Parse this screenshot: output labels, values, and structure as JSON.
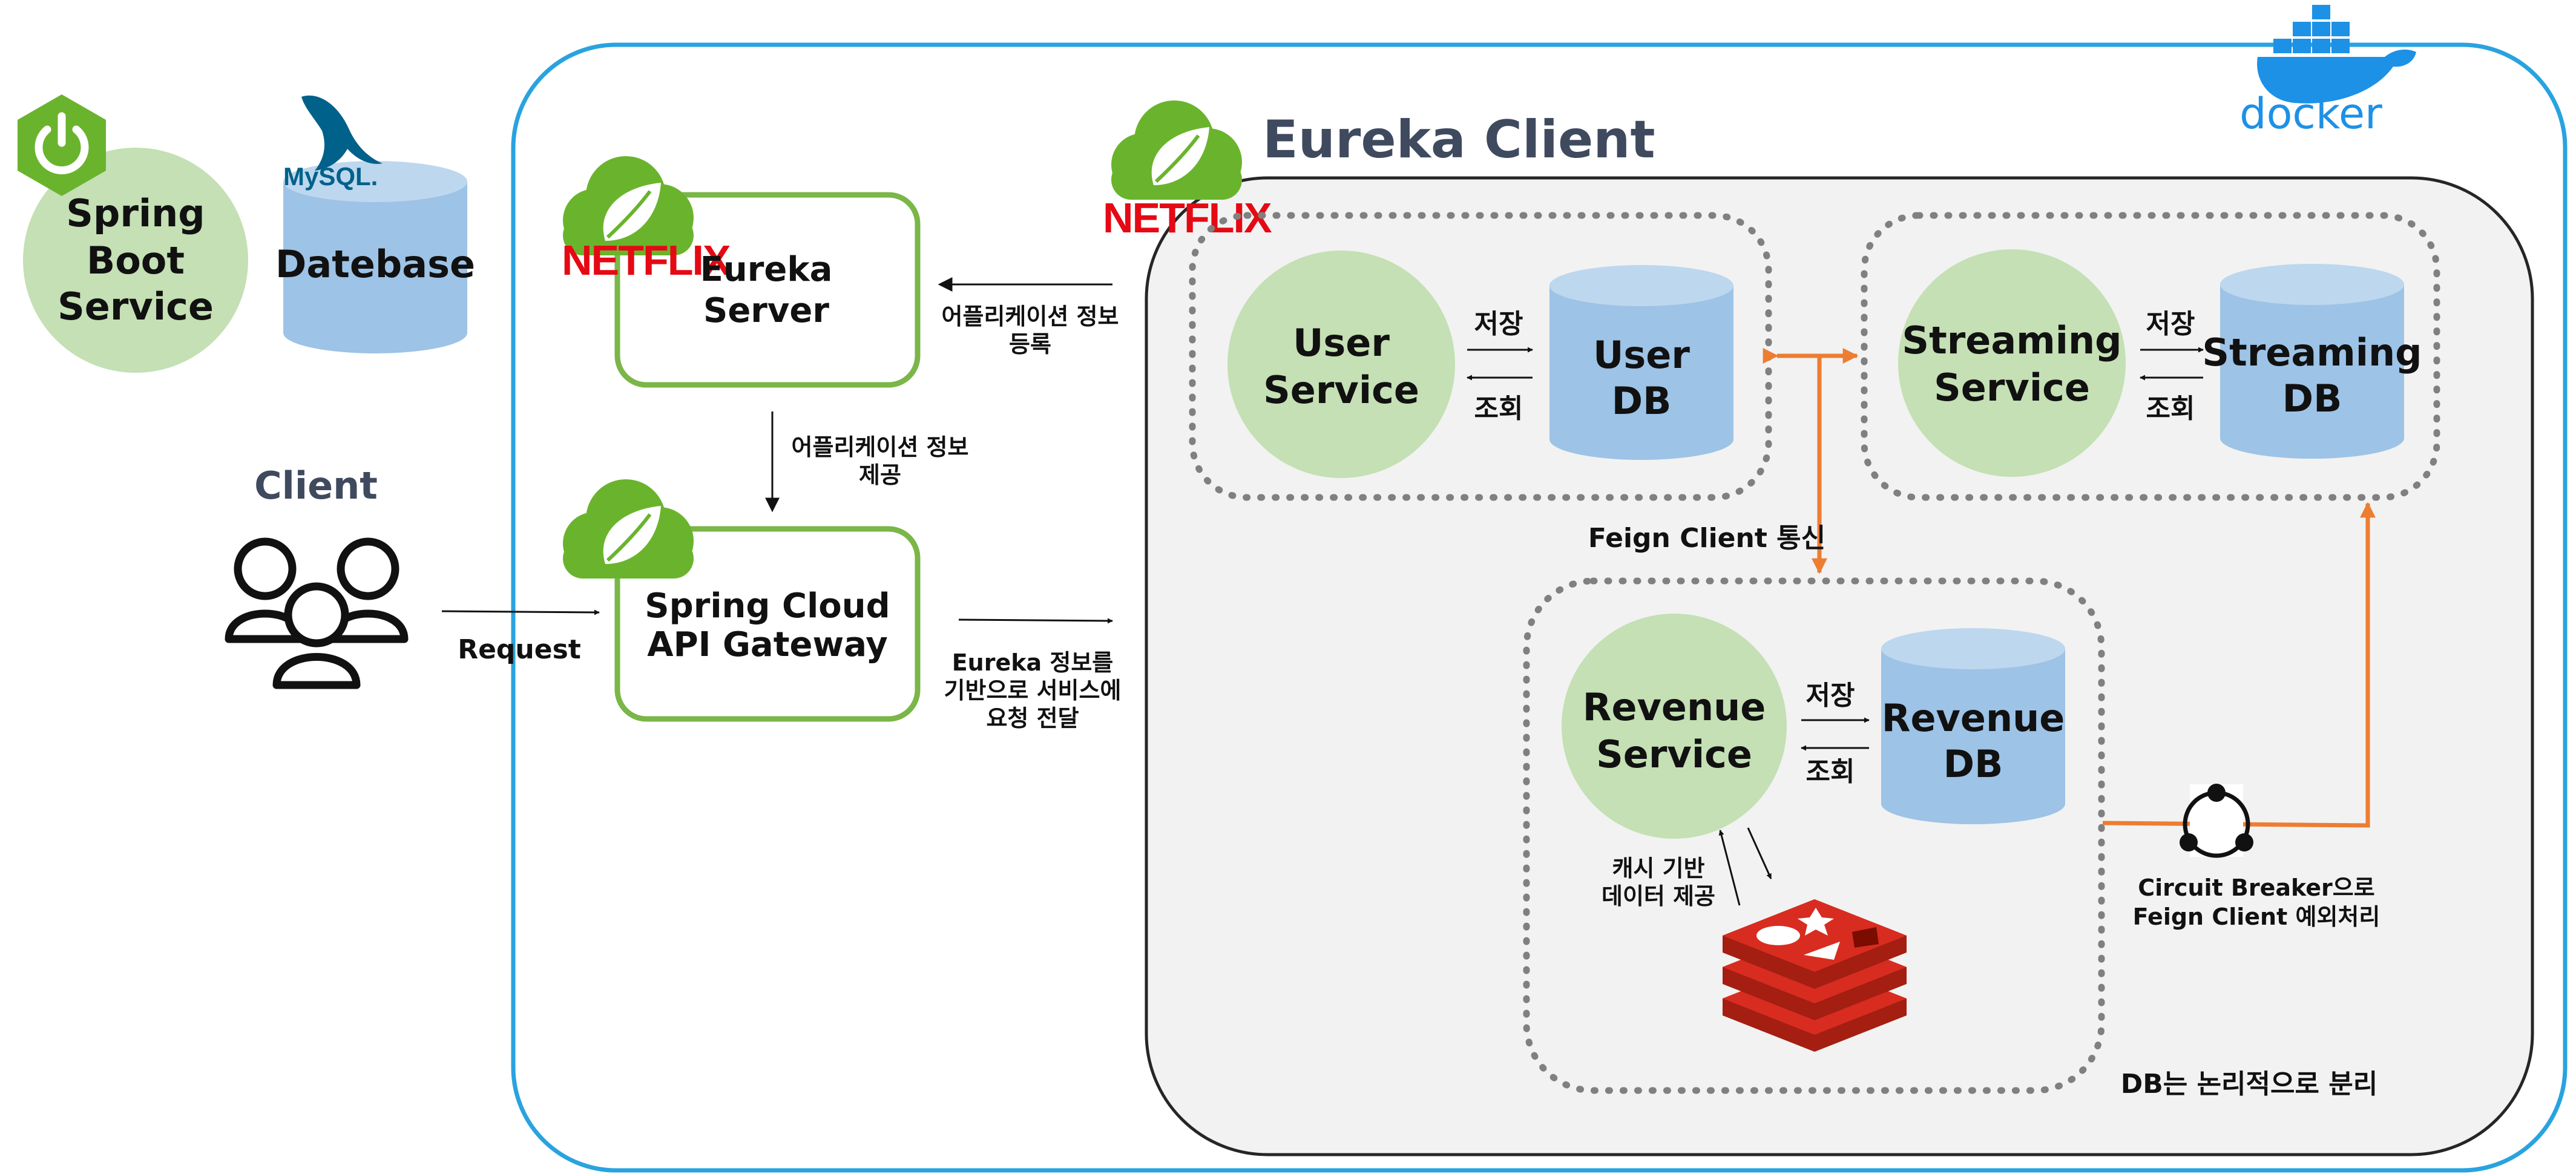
{
  "colors": {
    "docker_border": "#29a3df",
    "green_border": "#7ab648",
    "leaf_green": "#6ab42d",
    "service_fill": "#c4e0b4",
    "db_fill": "#9dc3e6",
    "db_top": "#bdd7ee",
    "orange": "#ed7d31",
    "netflix_red": "#e50914",
    "redis_red": "#d82c20",
    "cluster_fill": "#f2f2f2"
  },
  "logos": {
    "netflix": "NETFLIX",
    "docker": "docker",
    "mysql": "MySQL."
  },
  "legend": {
    "spring_boot_service": [
      "Spring",
      "Boot",
      "Service"
    ],
    "database": "Datebase"
  },
  "client": {
    "label": "Client",
    "icon": "users-group-icon"
  },
  "eureka_server": {
    "lines": [
      "Eureka",
      "Server"
    ]
  },
  "api_gateway": {
    "lines": [
      "Spring Cloud",
      "API Gateway"
    ]
  },
  "eureka_client": {
    "title": "Eureka Client"
  },
  "edges": {
    "request": "Request",
    "register": [
      "어플리케이션 정보",
      "등록"
    ],
    "provide": [
      "어플리케이션 정보",
      "제공"
    ],
    "forward": [
      "Eureka 정보를",
      "기반으로 서비스에",
      "요청 전달"
    ],
    "feign": "Feign Client 통신",
    "circuit_breaker": [
      "Circuit Breaker으로",
      "Feign Client 예외처리"
    ],
    "cache": [
      "캐시 기반",
      "데이터 제공"
    ]
  },
  "services": {
    "user": {
      "service": [
        "User",
        "Service"
      ],
      "db": [
        "User",
        "DB"
      ]
    },
    "streaming": {
      "service": [
        "Streaming",
        "Service"
      ],
      "db": [
        "Streaming",
        "DB"
      ]
    },
    "revenue": {
      "service": [
        "Revenue",
        "Service"
      ],
      "db": [
        "Revenue",
        "DB"
      ]
    }
  },
  "ops": {
    "save": "저장",
    "read": "조회"
  },
  "footnote": "DB는 논리적으로 분리"
}
